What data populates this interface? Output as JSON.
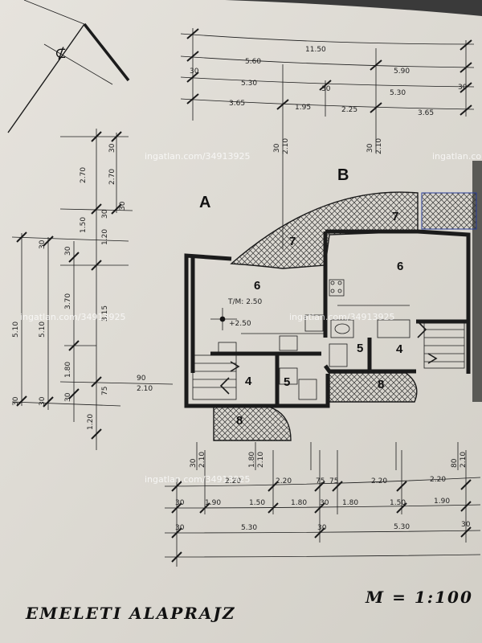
{
  "watermark": "ingatlan.com/34913925",
  "title": "EMELETI  ALAPRAJZ",
  "scale": "M = 1:100",
  "units": {
    "A": "A",
    "B": "B"
  },
  "rooms": {
    "r6a": "6",
    "r6b": "6",
    "r7a": "7",
    "r7b": "7",
    "r4a": "4",
    "r4b": "4",
    "r5a": "5",
    "r5b": "5",
    "r8a": "8",
    "r8b": "8"
  },
  "room_notes": {
    "area": "T/M: 2.50",
    "level": "+2.50"
  },
  "dimensions": {
    "top": {
      "row1": [
        "11.50"
      ],
      "row2": [
        "5.60",
        "5.90"
      ],
      "row3": [
        "30",
        "5.30",
        "30",
        "5.30",
        "30"
      ],
      "row4": [
        "3.65",
        "1.95",
        "2.25",
        "3.65"
      ]
    },
    "bottom": {
      "row1": [
        "2.20",
        "2.20",
        "75",
        "75",
        "2.20",
        "2.20"
      ],
      "row2": [
        "30",
        "1.90",
        "1.50",
        "1.80",
        "30",
        "1.80",
        "1.50",
        "1.90"
      ],
      "row3": [
        "30",
        "5.30",
        "30",
        "5.30",
        "30"
      ]
    },
    "left": {
      "col1": [
        "5.10",
        "30"
      ],
      "col2": [
        "30",
        "5.10",
        "30"
      ],
      "col3": [
        "30",
        "3.70",
        "1.80",
        "30",
        "1.20"
      ],
      "col4": [
        "2.70",
        "1.50",
        "30",
        "1.20",
        "3.15",
        "75"
      ],
      "col5": [
        "30",
        "2.70",
        "30"
      ]
    },
    "openings": [
      "30",
      "2.10",
      "30",
      "2.10",
      "90",
      "2.10",
      "30",
      "2.10",
      "1.80",
      "2.10",
      "80",
      "2.10"
    ]
  }
}
